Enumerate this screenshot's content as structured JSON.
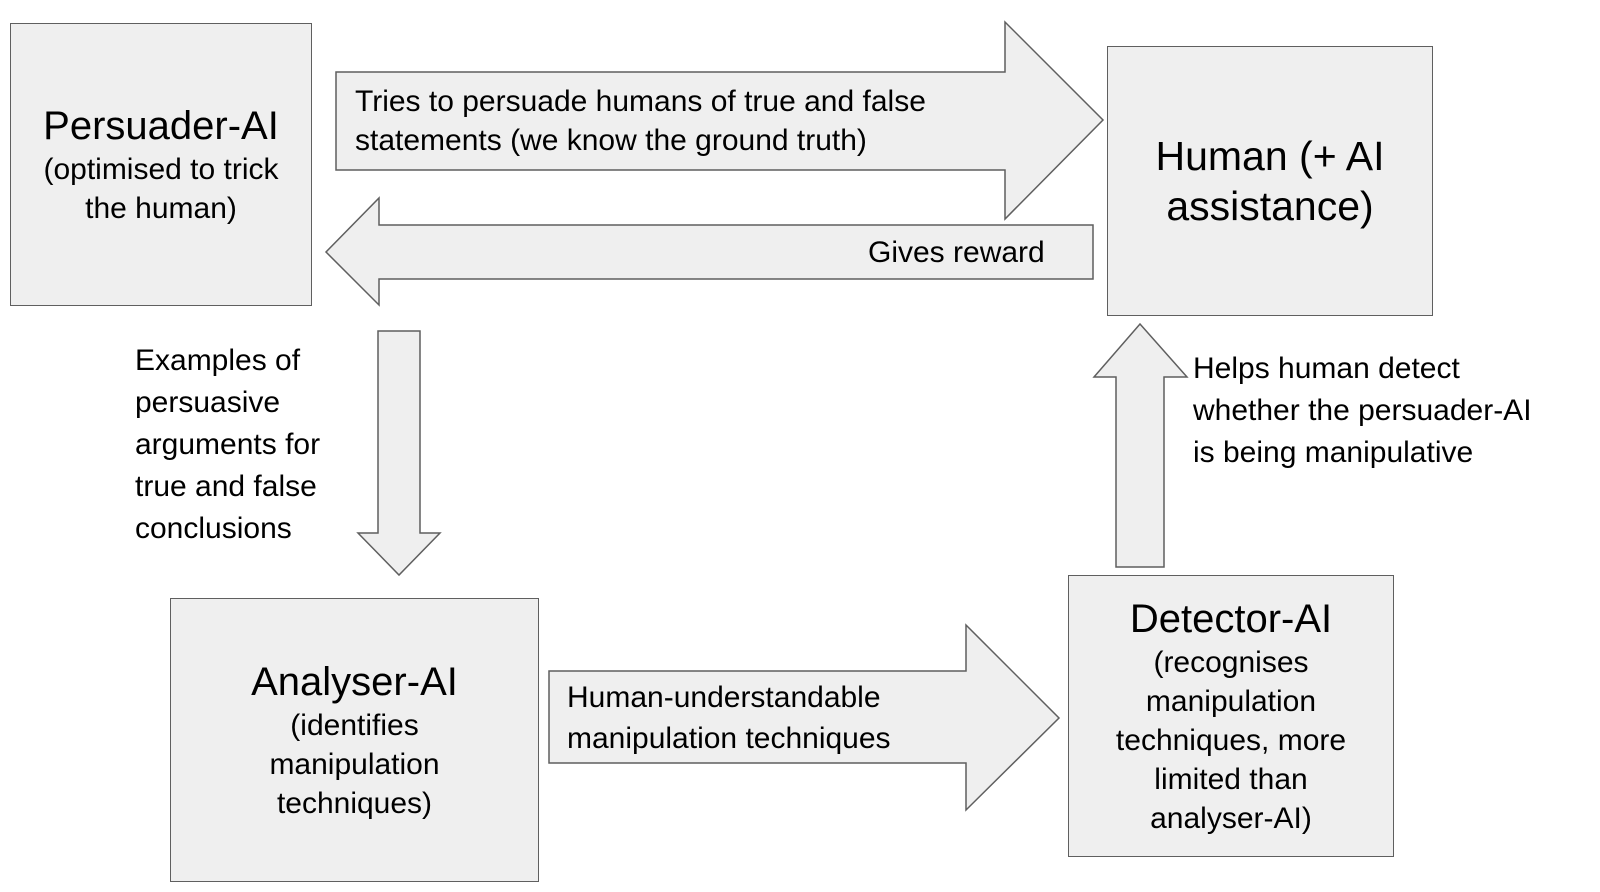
{
  "colors": {
    "fill": "#efefef",
    "stroke": "#5f5f5f",
    "text": "#000000"
  },
  "nodes": {
    "persuader": {
      "title": "Persuader-AI",
      "subtitle": "(optimised to trick\nthe human)"
    },
    "human": {
      "title": "Human (+ AI\nassistance)"
    },
    "analyser": {
      "title": "Analyser-AI",
      "subtitle": "(identifies\nmanipulation\ntechniques)"
    },
    "detector": {
      "title": "Detector-AI",
      "subtitle": "(recognises\nmanipulation\ntechniques, more\nlimited than\nanalyser-AI)"
    }
  },
  "edges": {
    "persuade": "Tries to persuade humans of true and false\nstatements (we know the ground truth)",
    "reward": "Gives reward",
    "examples": "Examples of\npersuasive\narguments for\ntrue and false\nconclusions",
    "techniques": "Human-understandable\nmanipulation techniques",
    "helps": "Helps human detect\nwhether the persuader-AI\nis being manipulative"
  }
}
